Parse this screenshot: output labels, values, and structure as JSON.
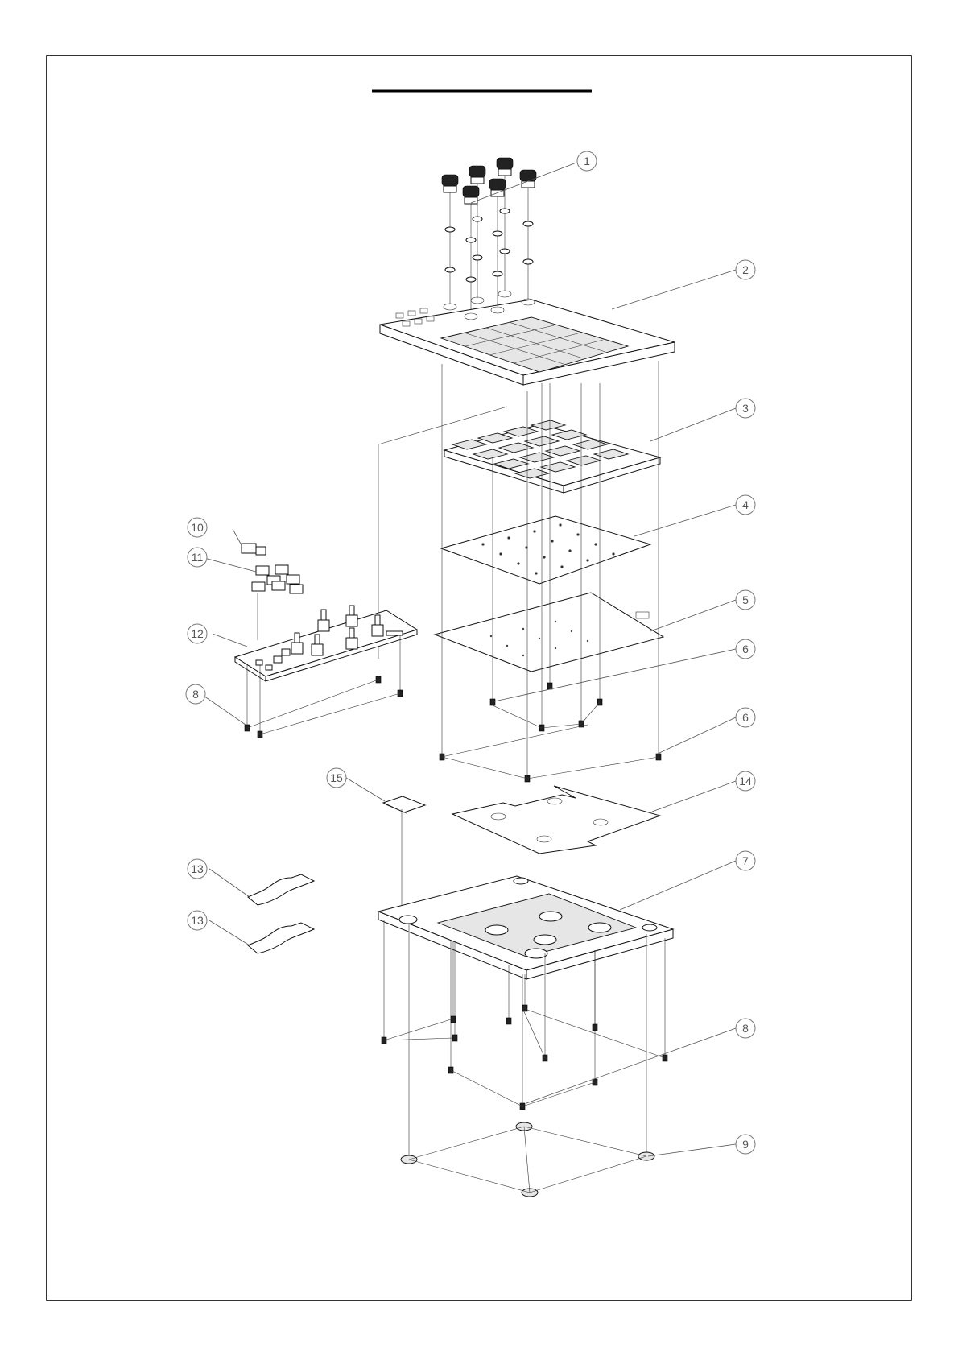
{
  "callouts": [
    {
      "id": "c1",
      "label": "1"
    },
    {
      "id": "c2",
      "label": "2"
    },
    {
      "id": "c3",
      "label": "3"
    },
    {
      "id": "c4",
      "label": "4"
    },
    {
      "id": "c5",
      "label": "5"
    },
    {
      "id": "c6a",
      "label": "6"
    },
    {
      "id": "c6b",
      "label": "6"
    },
    {
      "id": "c7",
      "label": "7"
    },
    {
      "id": "c8a",
      "label": "8"
    },
    {
      "id": "c8b",
      "label": "8"
    },
    {
      "id": "c9",
      "label": "9"
    },
    {
      "id": "c10",
      "label": "10"
    },
    {
      "id": "c11",
      "label": "11"
    },
    {
      "id": "c12",
      "label": "12"
    },
    {
      "id": "c13a",
      "label": "13"
    },
    {
      "id": "c13b",
      "label": "13"
    },
    {
      "id": "c14",
      "label": "14"
    },
    {
      "id": "c15",
      "label": "15"
    }
  ]
}
